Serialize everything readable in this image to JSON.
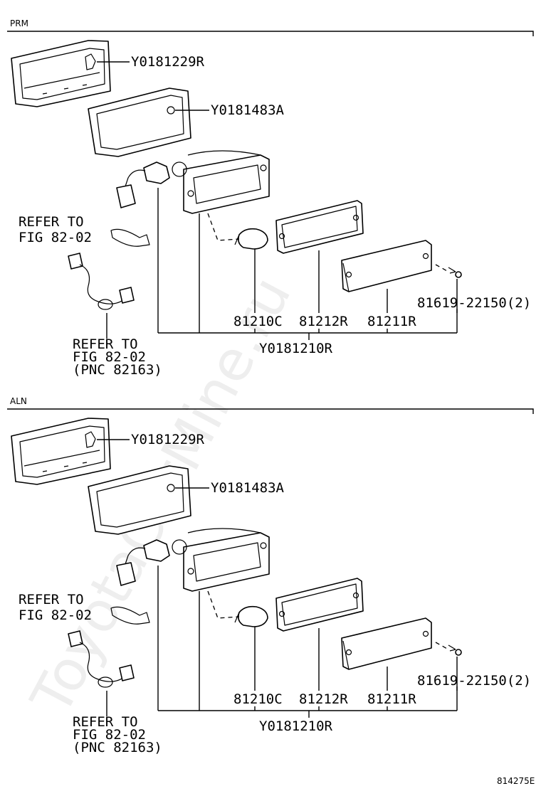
{
  "watermark": "ToyotaCarMine.ru",
  "figure_code": "814275E",
  "sections": [
    {
      "tag": "PRM",
      "parts": {
        "top_frame": "Y0181229R",
        "bezel": "Y0181483A",
        "bulb": "81210C",
        "lens_gasket": "81212R",
        "lens": "81211R",
        "screw": "81619-22150(2)",
        "assembly": "Y0181210R"
      },
      "refer_1": [
        "REFER TO",
        "FIG 82-02"
      ],
      "refer_2": [
        "REFER TO",
        "FIG 82-02",
        "(PNC 82163)"
      ]
    },
    {
      "tag": "ALN",
      "parts": {
        "top_frame": "Y0181229R",
        "bezel": "Y0181483A",
        "bulb": "81210C",
        "lens_gasket": "81212R",
        "lens": "81211R",
        "screw": "81619-22150(2)",
        "assembly": "Y0181210R"
      },
      "refer_1": [
        "REFER TO",
        "FIG 82-02"
      ],
      "refer_2": [
        "REFER TO",
        "FIG 82-02",
        "(PNC 82163)"
      ]
    }
  ]
}
